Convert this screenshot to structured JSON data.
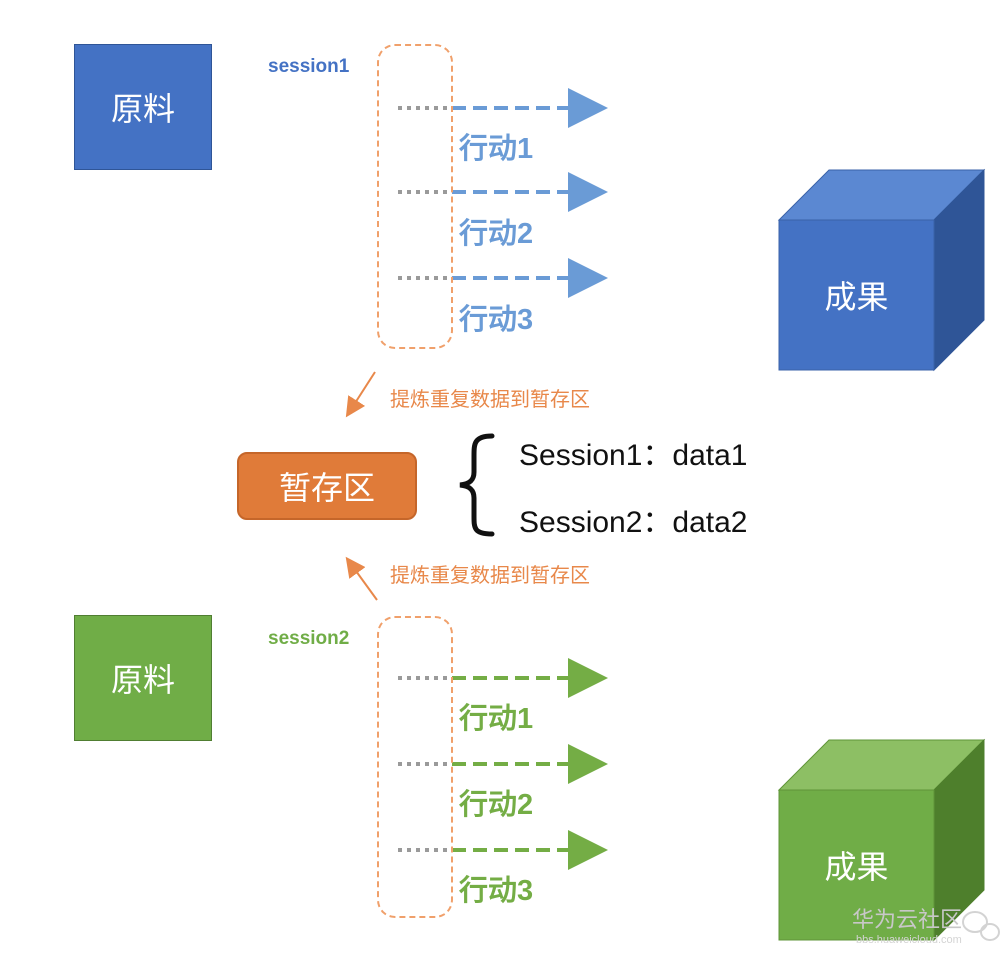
{
  "flow1": {
    "raw_label": "原料",
    "session_label": "session1",
    "actions": [
      "行动1",
      "行动2",
      "行动3"
    ],
    "result_label": "成果",
    "color": "#4472c4"
  },
  "flow2": {
    "raw_label": "原料",
    "session_label": "session2",
    "actions": [
      "行动1",
      "行动2",
      "行动3"
    ],
    "result_label": "成果",
    "color": "#70ad47"
  },
  "staging": {
    "label": "暂存区",
    "color": "#e07b39",
    "extract_label_top": "提炼重复数据到暂存区",
    "extract_label_bottom": "提炼重复数据到暂存区",
    "entries": [
      "Session1：data1",
      "Session2：data2"
    ]
  },
  "watermark": {
    "text": "华为云社区",
    "sub": "bbs.huaweicloud.com"
  }
}
